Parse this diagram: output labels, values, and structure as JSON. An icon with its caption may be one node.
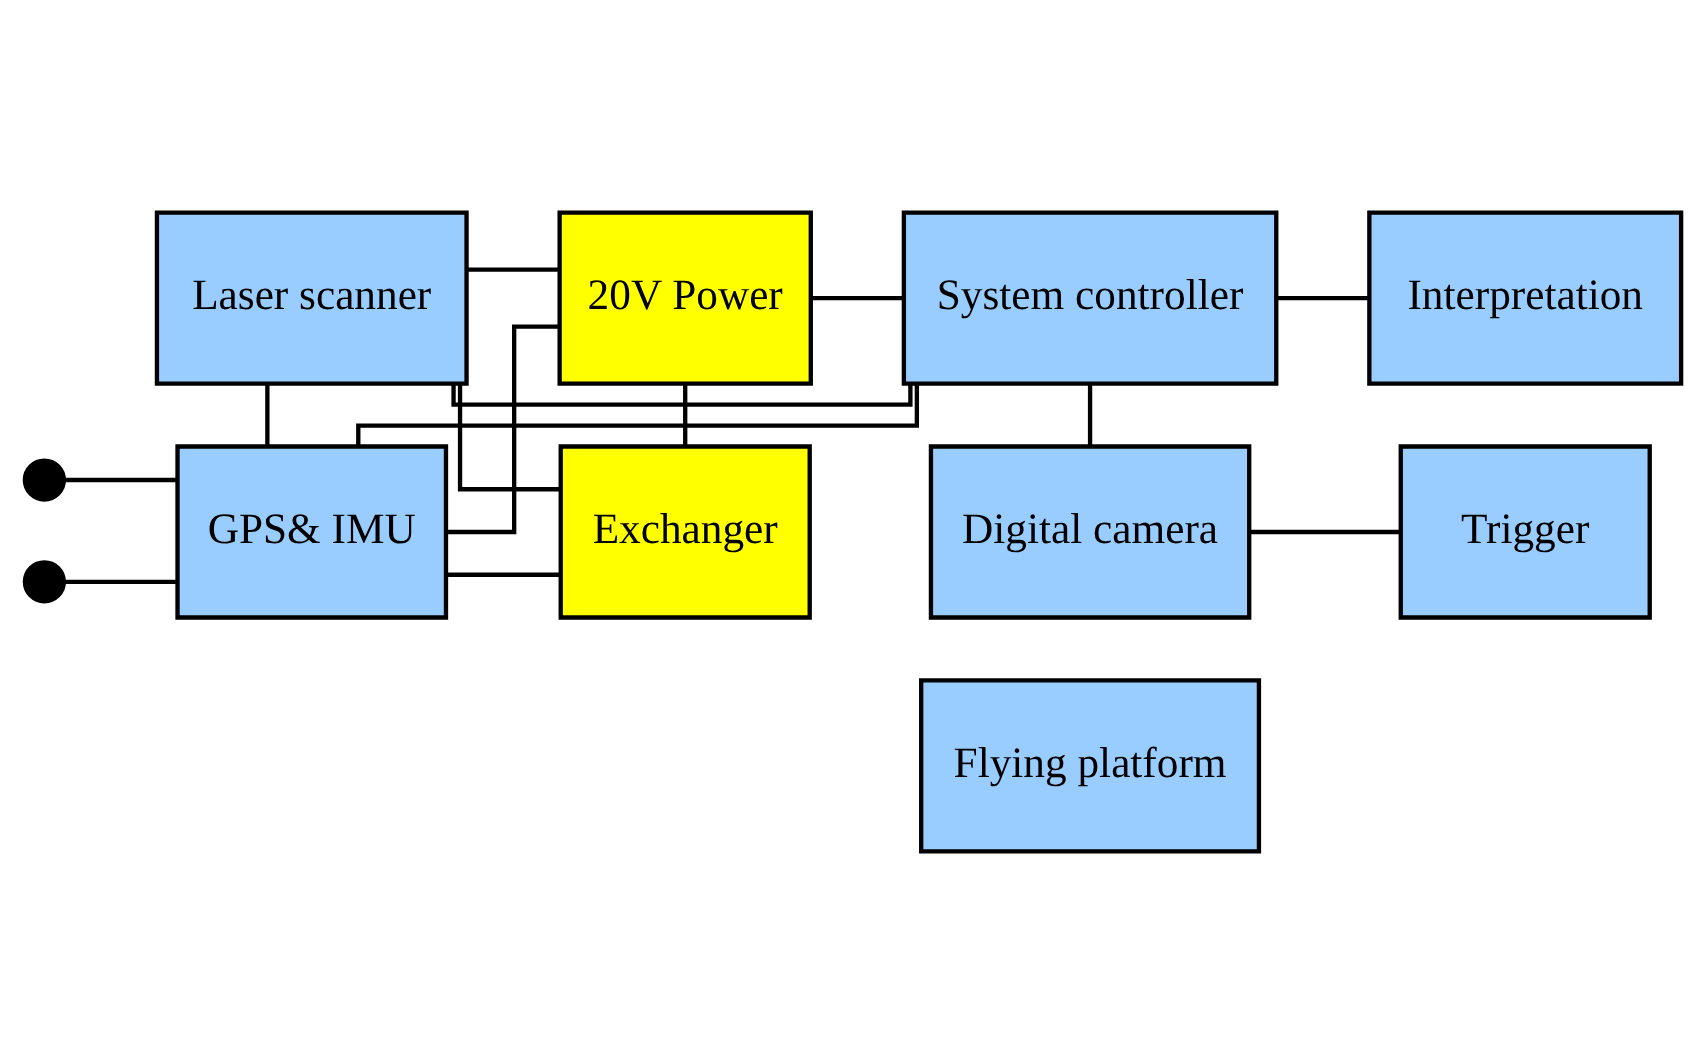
{
  "diagram": {
    "nodes": [
      {
        "text": [
          "Laser scanner"
        ]
      },
      {
        "text": [
          "20V Power"
        ]
      },
      {
        "text": [
          "System controller"
        ]
      },
      {
        "text": [
          "Interpretation"
        ]
      },
      {
        "text": [
          "Exchanger"
        ]
      },
      {
        "text": [
          "Digital camera"
        ]
      },
      {
        "text": [
          "Trigger"
        ]
      },
      {
        "text": [
          "GPS& IMU"
        ]
      },
      {
        "text": [
          "Flying platform"
        ]
      },
      {
        "text": [],
        "shape": "circle"
      },
      {
        "text": [],
        "shape": "circle"
      }
    ],
    "edges": [
      {
        "from": 0,
        "to": 2,
        "arrow": "none"
      },
      {
        "from": 1,
        "to": 2,
        "arrow": "none"
      },
      {
        "from": 0,
        "to": 1,
        "arrow": "none"
      },
      {
        "from": 1,
        "to": 7,
        "arrow": "none"
      },
      {
        "from": 1,
        "to": 4,
        "arrow": "none"
      },
      {
        "from": 0,
        "to": 4,
        "arrow": "none"
      },
      {
        "from": 4,
        "to": 7,
        "arrow": "none"
      },
      {
        "from": 0,
        "to": 7,
        "arrow": "none"
      },
      {
        "from": 9,
        "to": 7,
        "arrow": "none"
      },
      {
        "from": 10,
        "to": 7,
        "arrow": "none"
      },
      {
        "from": 7,
        "to": 2,
        "arrow": "none"
      },
      {
        "from": 2,
        "to": 3,
        "arrow": "none"
      },
      {
        "from": 2,
        "to": 5,
        "arrow": "none"
      },
      {
        "from": 5,
        "to": 6,
        "arrow": "none"
      }
    ]
  }
}
